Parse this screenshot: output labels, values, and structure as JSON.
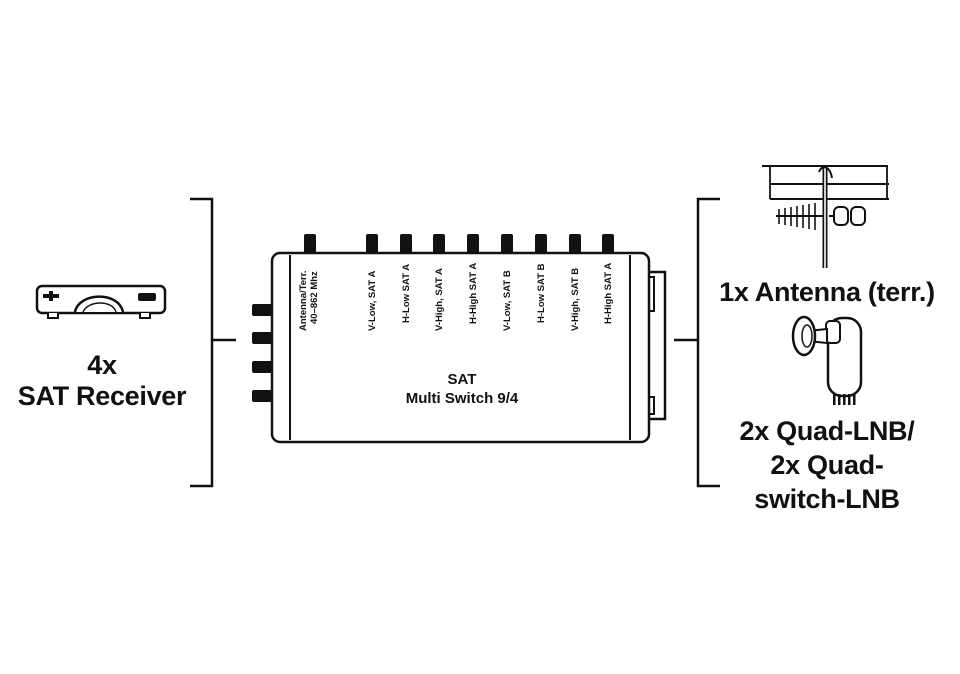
{
  "receiver": {
    "count": "4x",
    "label": "SAT Receiver"
  },
  "device": {
    "line1": "SAT",
    "line2": "Multi Switch 9/4"
  },
  "ports": {
    "terrestrial": [
      "Antenna/Terr.",
      "40–862 Mhz"
    ],
    "inputs": [
      "V-Low, SAT A",
      "H-Low SAT A",
      "V-High, SAT A",
      "H-High SAT A",
      "V-Low, SAT B",
      "H-Low SAT B",
      "V-High, SAT B",
      "H-High SAT A"
    ]
  },
  "antenna": {
    "label": "1x Antenna (terr.)"
  },
  "lnb": {
    "lines": [
      "2x Quad-LNB/",
      "2x Quad-",
      "switch-LNB"
    ]
  },
  "icons": [
    "receiver-icon",
    "antenna-icon",
    "lnb-icon"
  ],
  "colors": {
    "ink": "#111111",
    "background": "#ffffff"
  }
}
